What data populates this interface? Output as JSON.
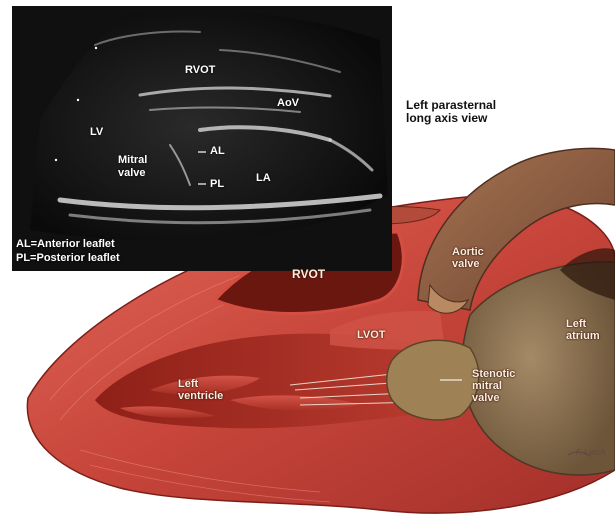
{
  "view_title": [
    "Left parasternal",
    "long axis view"
  ],
  "echo": {
    "labels": {
      "rvot": "RVOT",
      "aov": "AoV",
      "lv": "LV",
      "al": "AL",
      "mitral_valve": "Mitral\nvalve",
      "pl": "PL",
      "la": "LA"
    },
    "legend": [
      "AL=Anterior leaflet",
      "PL=Posterior leaflet"
    ]
  },
  "illustration": {
    "labels": {
      "rvot": "RVOT",
      "aortic_valve": "Aortic\nvalve",
      "lvot": "LVOT",
      "left_atrium": "Left\natrium",
      "left_ventricle": "Left\nventricle",
      "stenotic_mitral_valve": "Stenotic\nmitral\nvalve"
    },
    "signature": "F. Lynch"
  },
  "colors": {
    "echo_background": "#0b0b0b",
    "myocardium": "#c9443a",
    "vessel": "#8a5a3c",
    "atrium": "#8d7554",
    "label_text": "#fbeedf"
  }
}
